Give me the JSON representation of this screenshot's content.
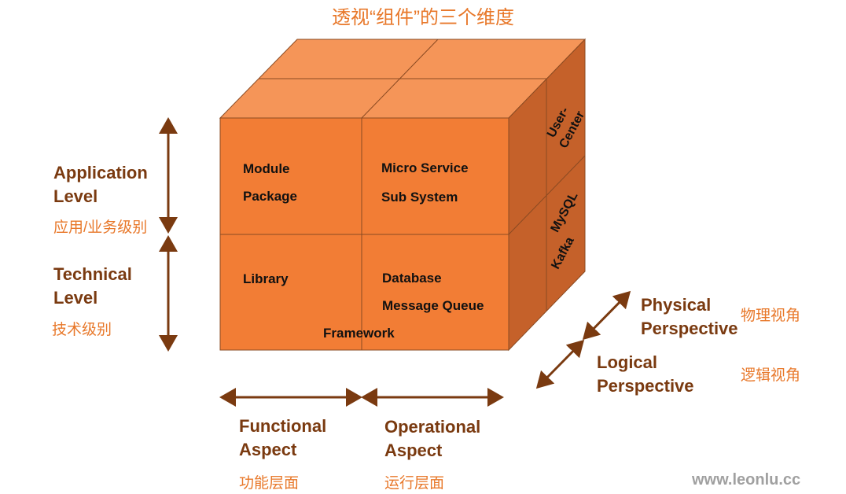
{
  "title": "透视“组件”的三个维度",
  "cube": {
    "front": {
      "top_left": [
        "Module",
        "Package"
      ],
      "top_right": [
        "Micro Service",
        "Sub System"
      ],
      "bottom_left": [
        "Library"
      ],
      "bottom_right": [
        "Database",
        "Message Queue"
      ],
      "bottom_center": "Framework"
    },
    "side": {
      "upper": [
        "User-",
        "Center"
      ],
      "lower": [
        "MySQL",
        "Kafka"
      ]
    },
    "colors": {
      "front": "#f27d35",
      "top": "#f59558",
      "side": "#c5612a",
      "edge": "#8a4a22"
    }
  },
  "levels": {
    "application": {
      "en": [
        "Application",
        "Level"
      ],
      "cn": "应用/业务级别"
    },
    "technical": {
      "en": [
        "Technical",
        "Level"
      ],
      "cn": "技术级别"
    }
  },
  "aspects": {
    "functional": {
      "en": [
        "Functional",
        "Aspect"
      ],
      "cn": "功能层面"
    },
    "operational": {
      "en": [
        "Operational",
        "Aspect"
      ],
      "cn": "运行层面"
    }
  },
  "perspectives": {
    "physical": {
      "en": [
        "Physical",
        "Perspective"
      ],
      "cn": "物理视角"
    },
    "logical": {
      "en": [
        "Logical",
        "Perspective"
      ],
      "cn": "逻辑视角"
    }
  },
  "watermark": "www.leonlu.cc",
  "arrow_color": "#7a3a10"
}
